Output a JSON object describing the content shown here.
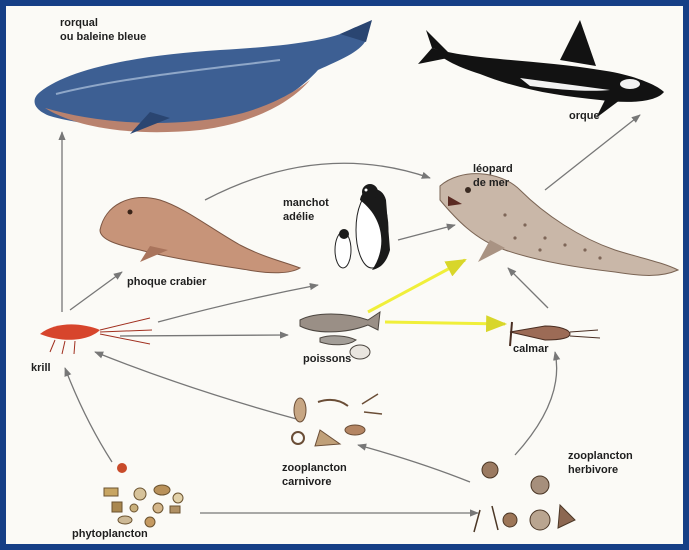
{
  "labels": {
    "rorqual_line1": "rorqual",
    "rorqual_line2": "ou baleine bleue",
    "orque": "orque",
    "leopard_line1": "léopard",
    "leopard_line2": "de mer",
    "manchot_line1": "manchot",
    "manchot_line2": "adélie",
    "phoque": "phoque crabier",
    "krill": "krill",
    "poissons": "poissons",
    "calmar": "calmar",
    "zoo_carni_line1": "zooplancton",
    "zoo_carni_line2": "carnivore",
    "zoo_herbi_line1": "zooplancton",
    "zoo_herbi_line2": "herbivore",
    "phyto": "phytoplancton"
  },
  "colors": {
    "frame": "#163f86",
    "arrow": "#777777",
    "highlight_arrow": "#f4f43a"
  }
}
